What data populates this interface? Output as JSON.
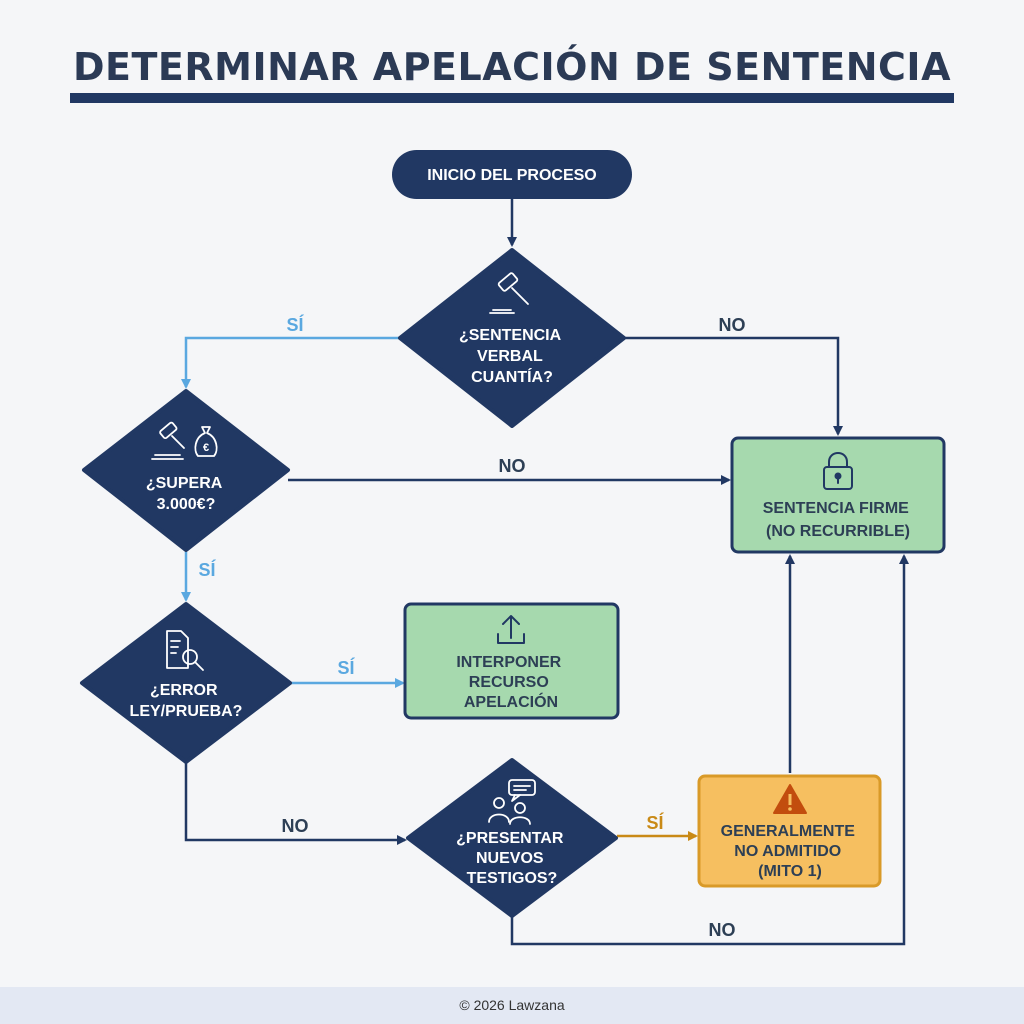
{
  "title": "DETERMINAR APELACIÓN DE SENTENCIA",
  "colors": {
    "navy": "#213863",
    "text_dark": "#2d3f55",
    "blue_light": "#5aa8e0",
    "green_fill": "#a6d9ae",
    "orange_fill": "#f6bf60",
    "orange_stroke": "#d99a28",
    "orange_line": "#c98a17",
    "footer_bg": "#e3e8f3"
  },
  "nodes": {
    "start": {
      "label": "INICIO DEL PROCESO"
    },
    "q_verbal": {
      "icon": "gavel-icon",
      "lines": [
        "¿SENTENCIA",
        "VERBAL",
        "CUANTÍA?"
      ]
    },
    "q_supera": {
      "icon": "gavel-money-bag-icon",
      "lines": [
        "¿SUPERA",
        "3.000€?"
      ]
    },
    "q_error": {
      "icon": "document-search-icon",
      "lines": [
        "¿ERROR",
        "LEY/PRUEBA?"
      ]
    },
    "q_testigos": {
      "icon": "people-chat-icon",
      "lines": [
        "¿PRESENTAR",
        "NUEVOS",
        "TESTIGOS?"
      ]
    },
    "firme": {
      "icon": "lock-icon",
      "lines": [
        "SENTENCIA FIRME",
        "(NO RECURRIBLE)"
      ]
    },
    "interponer": {
      "icon": "upload-icon",
      "lines": [
        "INTERPONER",
        "RECURSO",
        "APELACIÓN"
      ]
    },
    "no_admitido": {
      "icon": "warning-icon",
      "lines": [
        "GENERALMENTE",
        "NO ADMITIDO",
        "(MITO 1)"
      ]
    }
  },
  "edges": {
    "verbal_si": "SÍ",
    "verbal_no": "NO",
    "supera_no": "NO",
    "supera_si": "SÍ",
    "error_si": "SÍ",
    "error_no": "NO",
    "testigos_si": "SÍ",
    "testigos_no": "NO"
  },
  "footer": "© 2026 Lawzana"
}
